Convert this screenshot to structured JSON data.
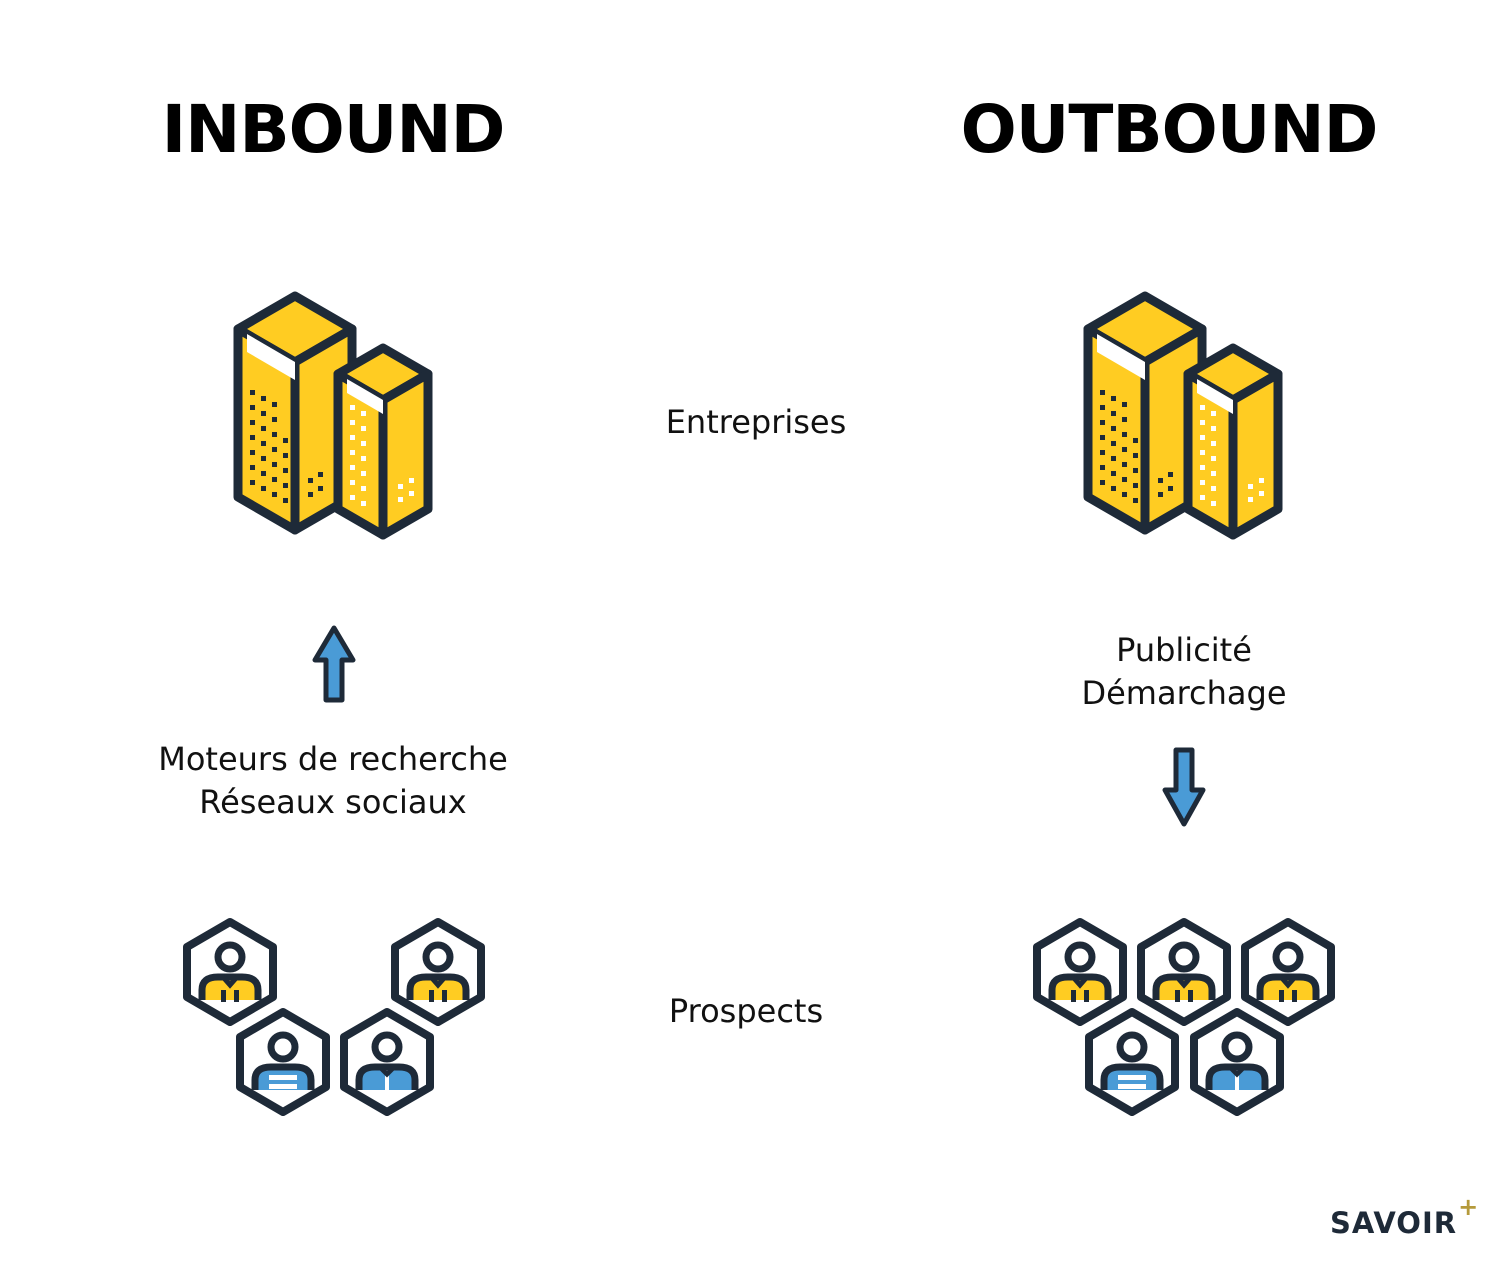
{
  "columns": {
    "inbound": {
      "title": "INBOUND",
      "channels": [
        "Moteurs de recherche",
        "Réseaux sociaux"
      ],
      "arrow_direction": "up"
    },
    "outbound": {
      "title": "OUTBOUND",
      "channels": [
        "Publicité",
        "Démarchage"
      ],
      "arrow_direction": "down"
    }
  },
  "center_labels": {
    "companies": "Entreprises",
    "prospects": "Prospects"
  },
  "brand": {
    "name": "SAVOIR",
    "mark": "+"
  },
  "icons": {
    "companies": "office-buildings-icon",
    "prospect": "person-hexagon-icon",
    "arrow_up": "arrow-up-icon",
    "arrow_down": "arrow-down-icon"
  },
  "colors": {
    "yellow": "#FFCC22",
    "blue": "#4A9BD6",
    "outline": "#1E2A38",
    "brand_plus": "#B59A3B"
  }
}
